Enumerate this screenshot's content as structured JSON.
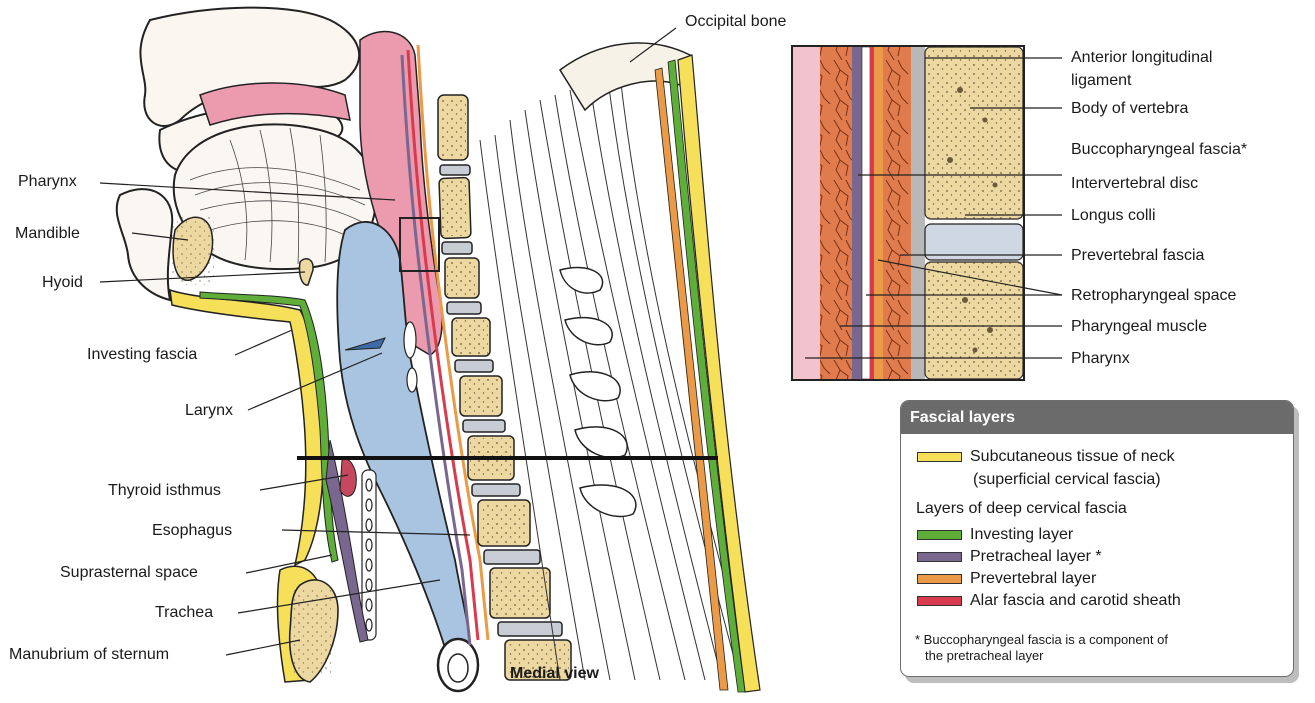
{
  "main_labels": {
    "occipital_bone": "Occipital bone",
    "pharynx": "Pharynx",
    "mandible": "Mandible",
    "hyoid": "Hyoid",
    "investing_fascia": "Investing fascia",
    "larynx": "Larynx",
    "thyroid_isthmus": "Thyroid isthmus",
    "esophagus": "Esophagus",
    "suprasternal_space": "Suprasternal space",
    "trachea": "Trachea",
    "manubrium": "Manubrium of sternum",
    "medial_view": "Medial view"
  },
  "inset_labels": {
    "anterior_longitudinal_1": "Anterior longitudinal",
    "anterior_longitudinal_2": "ligament",
    "body_of_vertebra": "Body of vertebra",
    "buccopharyngeal_fascia": "Buccopharyngeal fascia*",
    "intervertebral_disc": "Intervertebral disc",
    "longus_colli": "Longus colli",
    "prevertebral_fascia": "Prevertebral fascia",
    "retropharyngeal_space": "Retropharyngeal space",
    "pharyngeal_muscle": "Pharyngeal muscle",
    "pharynx": "Pharynx"
  },
  "legend": {
    "title": "Fascial layers",
    "subcutaneous_1": "Subcutaneous tissue of neck",
    "subcutaneous_2": "(superficial cervical fascia)",
    "deep_heading": "Layers of deep cervical fascia",
    "investing": "Investing layer",
    "pretracheal": "Pretracheal layer *",
    "prevertebral": "Prevertebral layer",
    "alar": "Alar fascia and carotid sheath",
    "note_1": "* Buccopharyngeal fascia is a component of",
    "note_2": "the pretracheal layer"
  },
  "colors": {
    "subcutaneous": "#f6e05a",
    "investing": "#5fae3a",
    "pretracheal": "#7a6790",
    "prevertebral": "#eb9a47",
    "alar": "#d83a4e",
    "bone": "#ecd8a0",
    "airway": "#a9c4e0",
    "pharynx_pink": "#ec9aae",
    "muscle": "#e07b4e"
  }
}
